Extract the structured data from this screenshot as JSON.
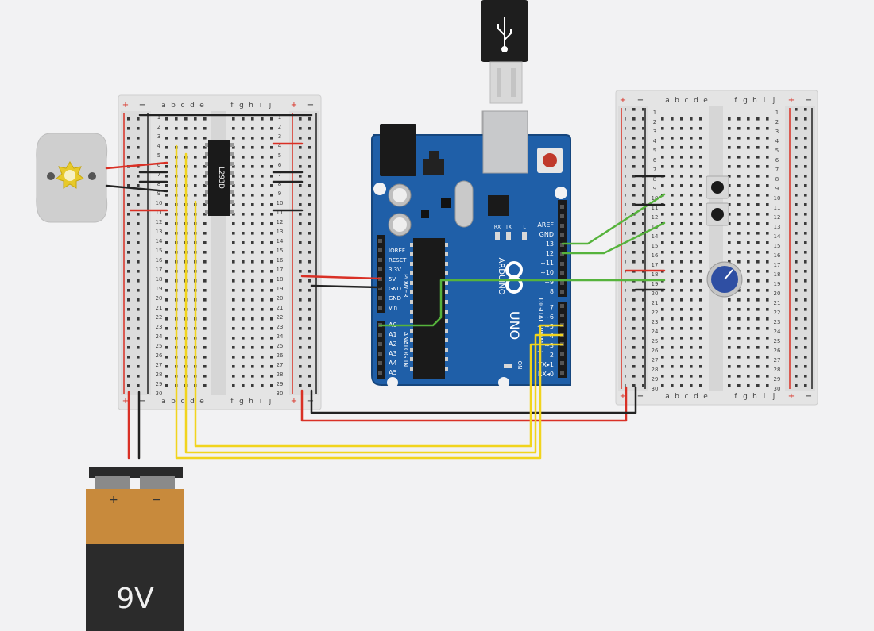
{
  "breadboard": {
    "col_labels_left": [
      "a",
      "b",
      "c",
      "d",
      "e"
    ],
    "col_labels_right": [
      "f",
      "g",
      "h",
      "i",
      "j"
    ],
    "plus": "+",
    "minus": "−",
    "rows": [
      "1",
      "2",
      "3",
      "4",
      "5",
      "6",
      "7",
      "8",
      "9",
      "10",
      "11",
      "12",
      "13",
      "14",
      "15",
      "16",
      "17",
      "18",
      "19",
      "20",
      "21",
      "22",
      "23",
      "24",
      "25",
      "26",
      "27",
      "28",
      "29",
      "30"
    ]
  },
  "chip": {
    "label": "L293D"
  },
  "arduino": {
    "brand": "ARDUINO",
    "model": "UNO",
    "on_label": "ON",
    "tx_label": "TX",
    "rx_label": "RX",
    "l_label": "L",
    "power_header": [
      "IOREF",
      "RESET",
      "3.3V",
      "5V",
      "GND",
      "GND",
      "Vin"
    ],
    "power_title": "POWER",
    "analog_header": [
      "A0",
      "A1",
      "A2",
      "A3",
      "A4",
      "A5"
    ],
    "analog_title": "ANALOG IN",
    "digital_top": [
      "AREF",
      "GND",
      "13",
      "12",
      "~11",
      "~10",
      "~9",
      "8"
    ],
    "digital_bottom": [
      "7",
      "~6",
      "~5",
      "4",
      "~3",
      "2",
      "TX▸1",
      "RX◂0"
    ],
    "digital_title": "DIGITAL (PWM ~)"
  },
  "battery": {
    "label": "9V",
    "plus": "+",
    "minus": "−"
  },
  "colors": {
    "wire_red": "#d93025",
    "wire_black": "#222222",
    "wire_yellow": "#f1d41c",
    "wire_green": "#56b33c",
    "board_blue": "#1f5fa8",
    "battery_orange": "#c88a3c",
    "battery_black": "#2b2b2b"
  }
}
